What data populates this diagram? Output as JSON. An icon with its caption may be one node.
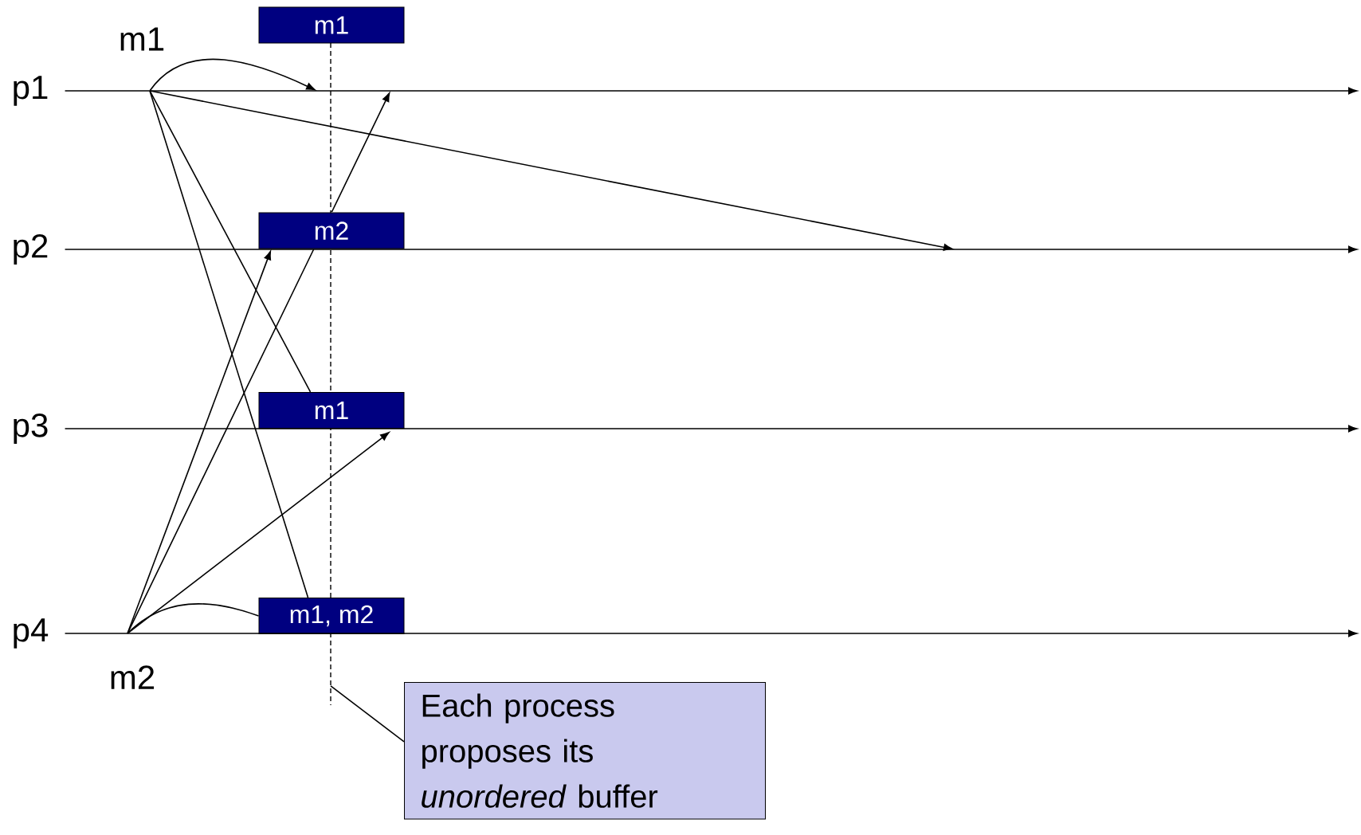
{
  "diagram": {
    "nodes": [
      {
        "text": [
          "m1"
        ]
      },
      {
        "text": [
          "m1"
        ]
      },
      {
        "text": [
          "p1"
        ]
      },
      {
        "text": [
          "m2"
        ]
      },
      {
        "text": [
          "p2"
        ]
      },
      {
        "text": [
          "m1"
        ]
      },
      {
        "text": [
          "p3"
        ]
      },
      {
        "text": [
          "m1, m2"
        ]
      },
      {
        "text": [
          "p4"
        ]
      },
      {
        "text": [
          "m2"
        ]
      },
      {
        "text": [
          "Each process proposes its *unordered* buffer"
        ]
      }
    ],
    "edges": [
      {
        "from": 2,
        "to": null,
        "arrow": "to"
      },
      {
        "from": 4,
        "to": null,
        "arrow": "to"
      },
      {
        "from": 6,
        "to": null,
        "arrow": "to"
      },
      {
        "from": 8,
        "to": null,
        "arrow": "to"
      },
      {
        "from": 1,
        "to": null,
        "arrow": "to"
      },
      {
        "from": 1,
        "to": null,
        "arrow": "to"
      },
      {
        "from": 1,
        "to": 5,
        "arrow": "none"
      },
      {
        "from": 1,
        "to": 7,
        "arrow": "none"
      },
      {
        "from": 9,
        "to": 3,
        "arrow": "to"
      },
      {
        "from": 9,
        "to": null,
        "arrow": "to"
      },
      {
        "from": 9,
        "to": 5,
        "arrow": "to"
      },
      {
        "from": 9,
        "to": 7,
        "arrow": "none"
      },
      {
        "from": 10,
        "to": null,
        "arrow": "none"
      }
    ]
  }
}
